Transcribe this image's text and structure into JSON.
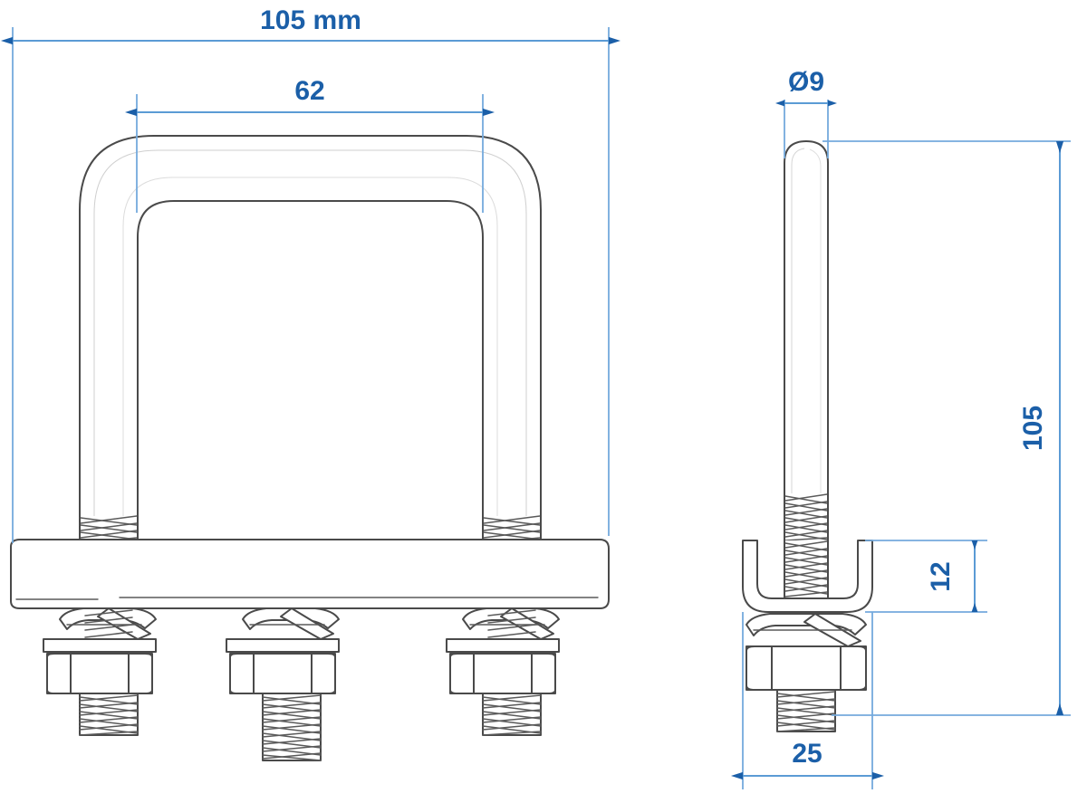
{
  "drawing": {
    "type": "engineering-dimension-drawing",
    "subject": "U-bolt with mounting plate, spring washers and hex nuts",
    "units": "mm",
    "background_color": "#ffffff",
    "line_color": "#4a4a4a",
    "dimension_line_color": "#5b9bd5",
    "dimension_text_color": "#1b5fa8",
    "views": [
      {
        "id": "front-view",
        "name": "Front view",
        "position": "left"
      },
      {
        "id": "side-view",
        "name": "Side view",
        "position": "right"
      }
    ]
  },
  "dimensions": {
    "overall_width": {
      "label": "105 mm",
      "value": 105,
      "unit": "mm",
      "view": "front-view",
      "orientation": "horizontal",
      "placement": "top"
    },
    "inner_width": {
      "label": "62",
      "value": 62,
      "unit": "mm",
      "view": "front-view",
      "orientation": "horizontal",
      "placement": "top-inner"
    },
    "rod_diameter": {
      "label": "Ø9",
      "value": 9,
      "unit": "mm",
      "symbol": "Ø",
      "view": "side-view",
      "orientation": "horizontal",
      "placement": "top"
    },
    "overall_height": {
      "label": "105",
      "value": 105,
      "unit": "mm",
      "view": "side-view",
      "orientation": "vertical",
      "placement": "right"
    },
    "channel_depth": {
      "label": "12",
      "value": 12,
      "unit": "mm",
      "view": "side-view",
      "orientation": "vertical",
      "placement": "inner-right"
    },
    "channel_width": {
      "label": "25",
      "value": 25,
      "unit": "mm",
      "view": "side-view",
      "orientation": "horizontal",
      "placement": "bottom"
    }
  },
  "components": {
    "u_bolt": "u-bolt",
    "mounting_plate": "mounting-plate",
    "spring_washer": "spring-washer",
    "flat_washer": "flat-washer",
    "hex_nut": "hex-nut",
    "threaded_rod": "threaded-rod",
    "center_bolt": "center-bolt"
  }
}
